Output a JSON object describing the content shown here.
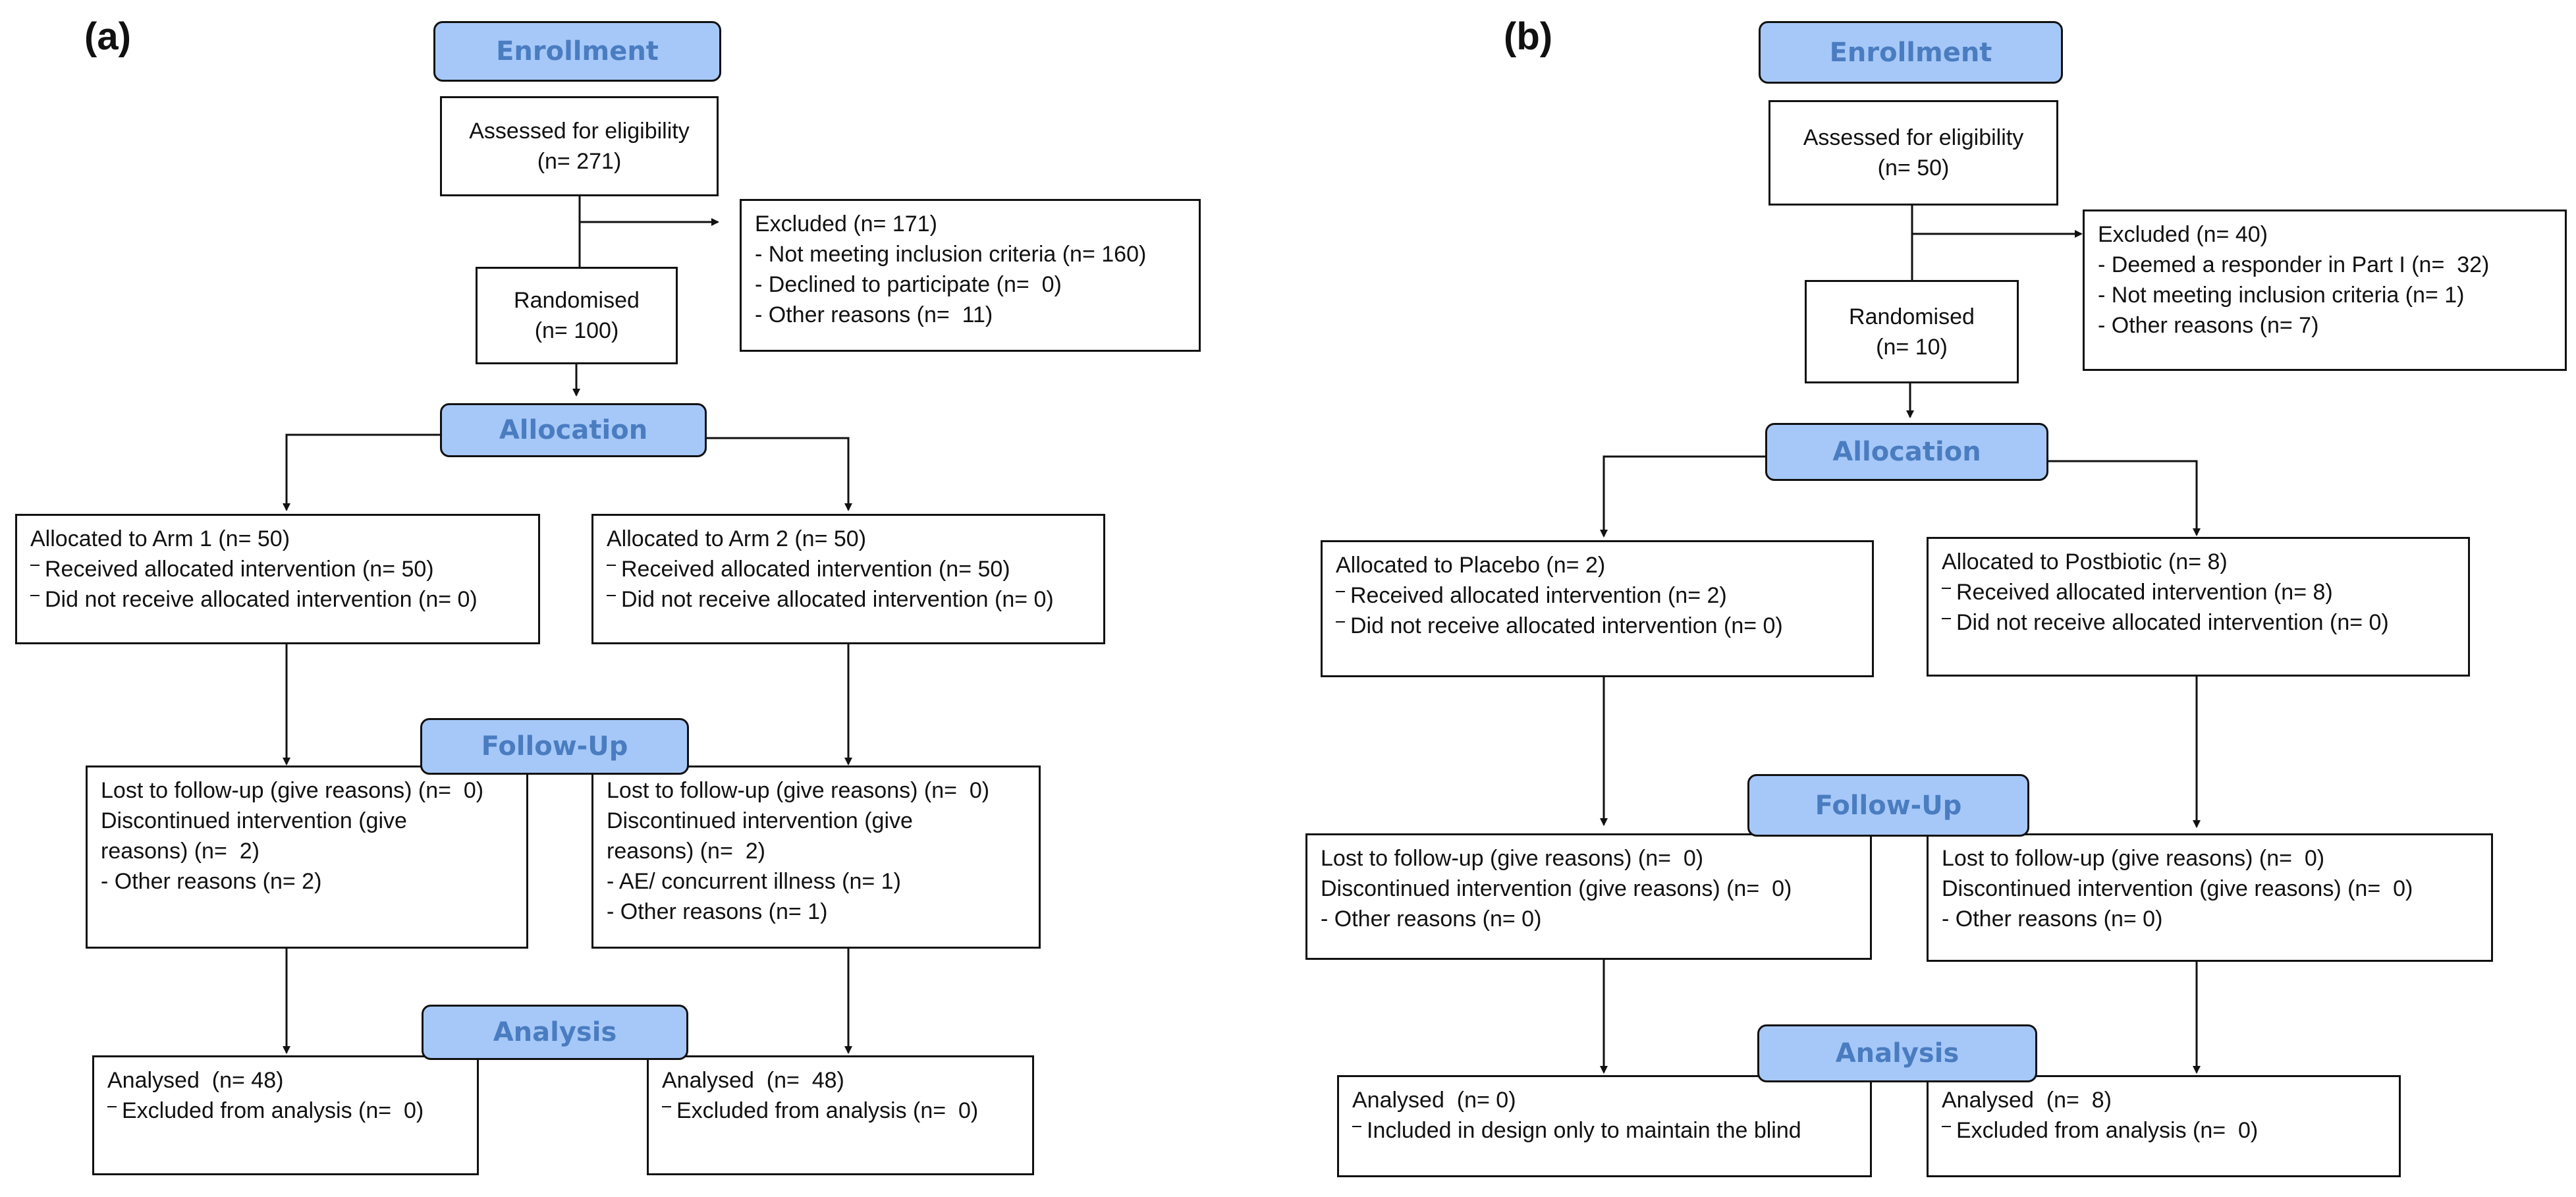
{
  "panels": [
    {
      "label": "(a)",
      "enrollment": {
        "label": "Enrollment",
        "assessed": [
          "Assessed for eligibility",
          "(n= 271)"
        ]
      },
      "excluded": {
        "title": "Excluded (n= 171)",
        "items": [
          "- Not meeting inclusion criteria (n= 160)",
          "- Declined to participate (n=  0)",
          "- Other reasons (n=  11)"
        ]
      },
      "randomised": [
        "Randomised",
        "(n= 100)"
      ],
      "allocation_label": "Allocation",
      "followup_label": "Follow-Up",
      "analysis_label": "Analysis",
      "arms": [
        {
          "allocated": {
            "title": "Allocated to Arm 1 (n= 50)",
            "items": [
              "Received allocated intervention (n= 50)",
              "Did not receive allocated intervention (n= 0)"
            ]
          },
          "followup": [
            "Lost to follow-up (give reasons) (n=  0)",
            "Discontinued intervention (give",
            "reasons) (n=  2)",
            "- Other reasons (n= 2)"
          ],
          "analysed": {
            "title": "Analysed  (n= 48)",
            "items": [
              "Excluded from analysis (n=  0)"
            ]
          }
        },
        {
          "allocated": {
            "title": "Allocated to Arm 2 (n= 50)",
            "items": [
              "Received allocated intervention (n= 50)",
              "Did not receive allocated intervention (n= 0)"
            ]
          },
          "followup": [
            "Lost to follow-up (give reasons) (n=  0)",
            "Discontinued intervention (give",
            "reasons) (n=  2)",
            "- AE/ concurrent illness (n= 1)",
            "- Other reasons (n= 1)"
          ],
          "analysed": {
            "title": "Analysed  (n=  48)",
            "items": [
              "Excluded from analysis (n=  0)"
            ]
          }
        }
      ]
    },
    {
      "label": "(b)",
      "enrollment": {
        "label": "Enrollment",
        "assessed": [
          "Assessed for eligibility",
          "(n= 50)"
        ]
      },
      "excluded": {
        "title": "Excluded (n= 40)",
        "items": [
          "- Deemed a responder in Part I (n=  32)",
          "- Not meeting inclusion criteria (n= 1)",
          "- Other reasons (n= 7)"
        ]
      },
      "randomised": [
        "Randomised",
        "(n= 10)"
      ],
      "allocation_label": "Allocation",
      "followup_label": "Follow-Up",
      "analysis_label": "Analysis",
      "arms": [
        {
          "allocated": {
            "title": "Allocated to Placebo (n= 2)",
            "items": [
              "Received allocated intervention (n= 2)",
              "Did not receive allocated intervention (n= 0)"
            ]
          },
          "followup": [
            "Lost to follow-up (give reasons) (n=  0)",
            "Discontinued intervention (give reasons) (n=  0)",
            "- Other reasons (n= 0)"
          ],
          "analysed": {
            "title": "Analysed  (n= 0)",
            "items": [
              "Included in design only to maintain the blind"
            ]
          }
        },
        {
          "allocated": {
            "title": "Allocated to Postbiotic (n= 8)",
            "items": [
              "Received allocated intervention (n= 8)",
              "Did not receive allocated intervention (n= 0)"
            ]
          },
          "followup": [
            "Lost to follow-up (give reasons) (n=  0)",
            "Discontinued intervention (give reasons) (n=  0)",
            "- Other reasons (n= 0)"
          ],
          "analysed": {
            "title": "Analysed  (n=  8)",
            "items": [
              "Excluded from analysis (n=  0)"
            ]
          }
        }
      ]
    }
  ]
}
